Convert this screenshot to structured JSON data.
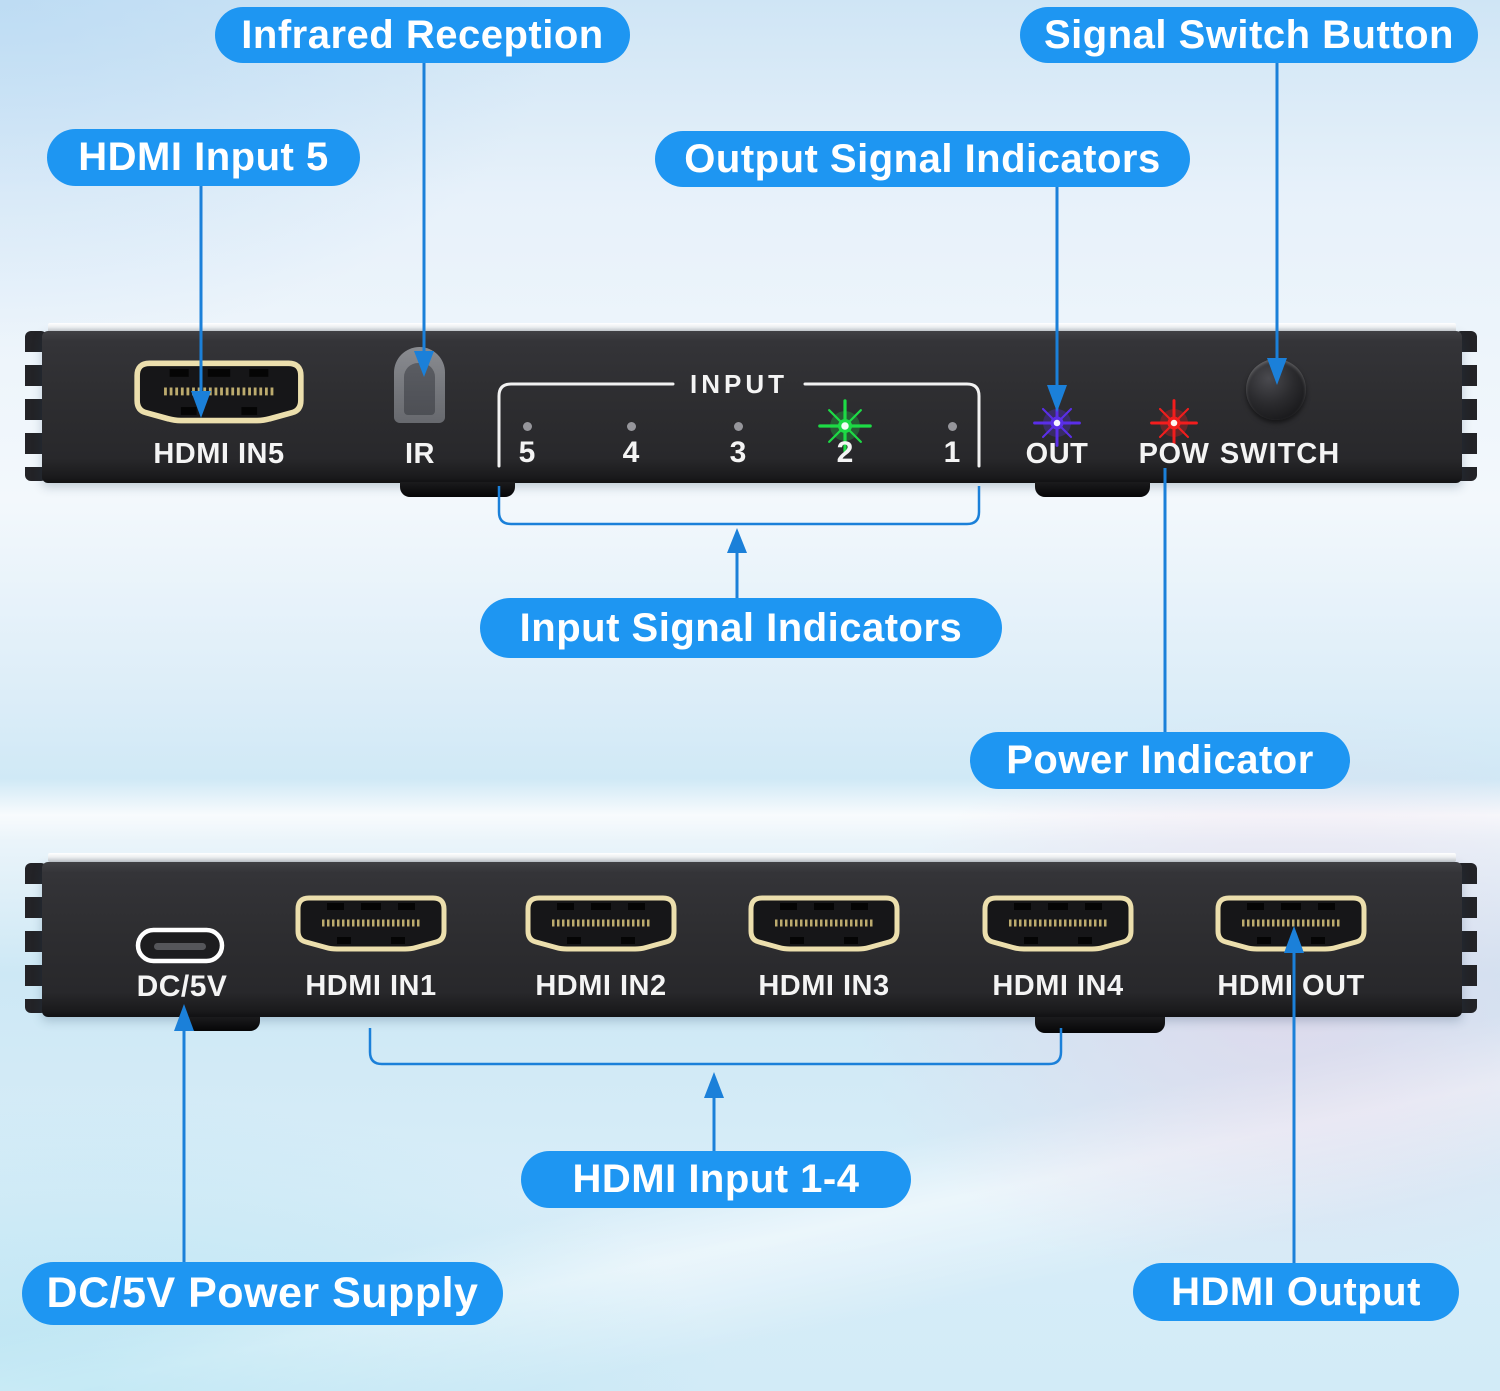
{
  "callouts": {
    "infrared_reception": "Infrared Reception",
    "hdmi_input_5": "HDMI Input 5",
    "output_signal_indicators": "Output Signal Indicators",
    "signal_switch_button": "Signal Switch Button",
    "input_signal_indicators": "Input Signal Indicators",
    "power_indicator": "Power Indicator",
    "dc_power_supply": "DC/5V Power Supply",
    "hdmi_input_1_4": "HDMI Input 1-4",
    "hdmi_output": "HDMI Output"
  },
  "front_panel": {
    "hdmi_in5_label": "HDMI IN5",
    "ir_label": "IR",
    "input_group_label": "INPUT",
    "input_indicators": [
      {
        "number": "5",
        "state": "off"
      },
      {
        "number": "4",
        "state": "off"
      },
      {
        "number": "3",
        "state": "off"
      },
      {
        "number": "2",
        "state": "on"
      },
      {
        "number": "1",
        "state": "off"
      }
    ],
    "out_label": "OUT",
    "pow_label": "POW",
    "switch_label": "SWITCH"
  },
  "rear_panel": {
    "dc_label": "DC/5V",
    "port_labels": [
      "HDMI IN1",
      "HDMI IN2",
      "HDMI IN3",
      "HDMI IN4",
      "HDMI OUT"
    ]
  },
  "colors": {
    "pill_blue": "#1e96f2",
    "line_blue": "#1b80d9",
    "led_green": "#1ddb45",
    "led_out_blue": "#5a2ee8",
    "led_red": "#f31d1d"
  }
}
